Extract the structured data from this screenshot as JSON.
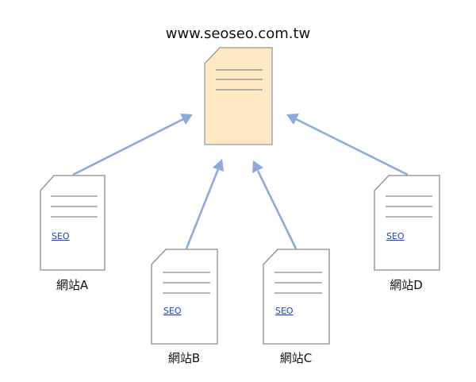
{
  "title": "www.seoseo.com.tw",
  "link_text": "SEO",
  "sites": [
    {
      "label": "網站A",
      "link": "SEO"
    },
    {
      "label": "網站B",
      "link": "SEO"
    },
    {
      "label": "網站C",
      "link": "SEO"
    },
    {
      "label": "網站D",
      "link": "SEO"
    }
  ],
  "colors": {
    "target_fill": "#fde9c4",
    "arrow": "#8eaadb",
    "link": "#1a3fd6",
    "outline": "#8a8a8a"
  }
}
